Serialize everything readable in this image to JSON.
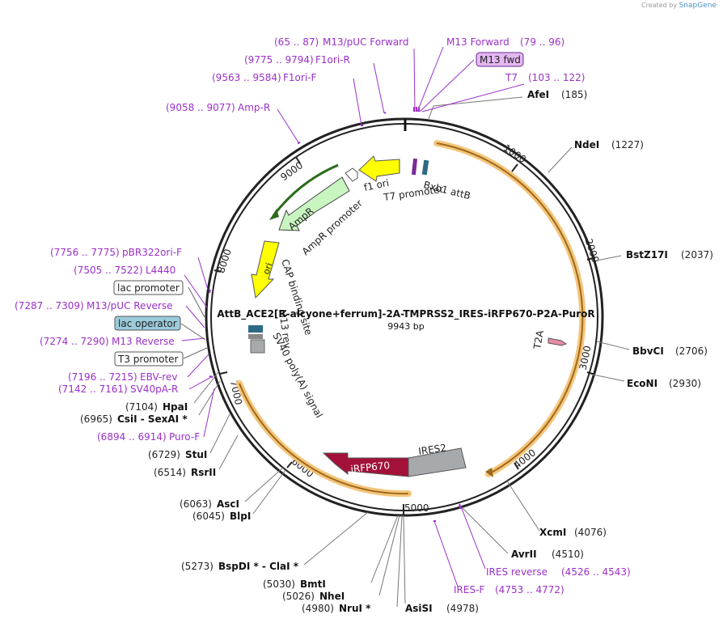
{
  "credit": {
    "prefix": "Created by",
    "brand": "SnapGene"
  },
  "plasmid": {
    "name": "AttB_ACE2[R-alcyone+ferrum]-2A-TMPRSS2_IRES-iRFP670-P2A-PuroR",
    "length": "9943 bp"
  },
  "ticks": [
    "1000",
    "2000",
    "3000",
    "4000",
    "5000",
    "6000",
    "7000",
    "8000",
    "9000"
  ],
  "enzymes": [
    {
      "name": "AfeI",
      "pos": "(185)"
    },
    {
      "name": "NdeI",
      "pos": "(1227)"
    },
    {
      "name": "BstZ17I",
      "pos": "(2037)"
    },
    {
      "name": "BbvCI",
      "pos": "(2706)"
    },
    {
      "name": "EcoNI",
      "pos": "(2930)"
    },
    {
      "name": "XcmI",
      "pos": "(4076)"
    },
    {
      "name": "AvrII",
      "pos": "(4510)"
    },
    {
      "name": "AsiSI",
      "pos": "(4978)"
    },
    {
      "name": "NruI *",
      "pos": "(4980)"
    },
    {
      "name": "NheI",
      "pos": "(5026)"
    },
    {
      "name": "BmtI",
      "pos": "(5030)"
    },
    {
      "name": "BspDI * - ClaI *",
      "pos": "(5273)"
    },
    {
      "name": "BlpI",
      "pos": "(6045)"
    },
    {
      "name": "AscI",
      "pos": "(6063)"
    },
    {
      "name": "RsrII",
      "pos": "(6514)"
    },
    {
      "name": "StuI",
      "pos": "(6729)"
    },
    {
      "name": "CsiI - SexAI *",
      "pos": "(6965)"
    },
    {
      "name": "HpaI",
      "pos": "(7104)"
    }
  ],
  "primers": [
    {
      "name": "M13/pUC Forward",
      "pos": "(65 .. 87)"
    },
    {
      "name": "M13 Forward",
      "pos": "(79 .. 96)"
    },
    {
      "name": "M13 fwd"
    },
    {
      "name": "T7",
      "pos": "(103 .. 122)"
    },
    {
      "name": "F1ori-R",
      "pos": "(9775 .. 9794)"
    },
    {
      "name": "F1ori-F",
      "pos": "(9563 .. 9584)"
    },
    {
      "name": "Amp-R",
      "pos": "(9058 .. 9077)"
    },
    {
      "name": "pBR322ori-F",
      "pos": "(7756 .. 7775)"
    },
    {
      "name": "L4440",
      "pos": "(7505 .. 7522)"
    },
    {
      "name": "lac promoter"
    },
    {
      "name": "M13/pUC Reverse",
      "pos": "(7287 .. 7309)"
    },
    {
      "name": "lac operator"
    },
    {
      "name": "M13 Reverse",
      "pos": "(7274 .. 7290)"
    },
    {
      "name": "T3 promoter"
    },
    {
      "name": "EBV-rev",
      "pos": "(7196 .. 7215)"
    },
    {
      "name": "SV40pA-R",
      "pos": "(7142 .. 7161)"
    },
    {
      "name": "Puro-F",
      "pos": "(6894 .. 6914)"
    },
    {
      "name": "IRES reverse",
      "pos": "(4526 .. 4543)"
    },
    {
      "name": "IRES-F",
      "pos": "(4753 .. 4772)"
    }
  ],
  "features": {
    "f1_ori": "f1 ori",
    "t7_promoter": "T7 promoter",
    "bxb1_attb": "Bxb1 attB",
    "ampr": "AmpR",
    "ampr_promoter": "AmpR promoter",
    "ori": "ori",
    "cap_binding_site": "CAP binding site",
    "m13_rev": "M13 rev",
    "sv40_polya": "SV40 poly(A) signal",
    "t2a": "T2A",
    "ires2": "IRES2",
    "irfp670": "iRFP670"
  },
  "colors": {
    "primer": "#9b30c9",
    "ring": "#222222",
    "orf_highlight": "#f5c57a",
    "orf_line": "#9b6a1e",
    "f1_ori": "#ffff00",
    "ampr": "#c9f5c0",
    "ori": "#ffff00",
    "irfp670": "#a3113a",
    "ires2": "#a7aaad",
    "lac_operator_box": "#9ccbdc",
    "m13_fwd_box": "#e3b8f2"
  }
}
